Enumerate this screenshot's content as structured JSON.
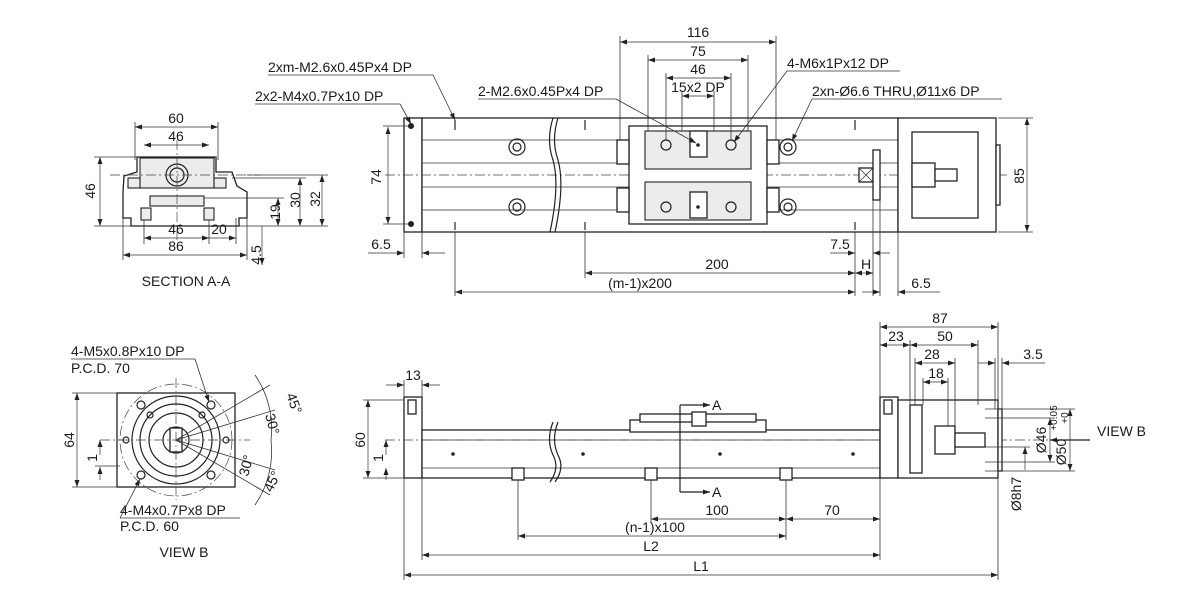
{
  "section_aa": {
    "title": "SECTION A-A",
    "dims": {
      "w60": "60",
      "w46_top": "46",
      "h46": "46",
      "h30": "30",
      "h32": "32",
      "h19": "19",
      "w46_bot": "46",
      "w20": "20",
      "w86": "86",
      "h4_5": "4.5"
    }
  },
  "top_view": {
    "callouts": {
      "m26_xm": "2xm-M2.6x0.45Px4 DP",
      "m4": "2x2-M4x0.7Px10 DP",
      "m26_2": "2-M2.6x0.45Px4 DP",
      "m6": "4-M6x1Px12 DP",
      "thru": "2xn-Ø6.6 THRU,Ø11x6 DP"
    },
    "dims": {
      "d116": "116",
      "d75": "75",
      "d46": "46",
      "d15x2": "15x2 DP",
      "d74": "74",
      "d85": "85",
      "d6_5_left": "6.5",
      "d7_5": "7.5",
      "d200": "200",
      "dH": "H",
      "dm1": "(m-1)x200",
      "d6_5_right": "6.5"
    }
  },
  "view_b": {
    "title": "VIEW B",
    "callouts": {
      "m5": "4-M5x0.8Px10 DP",
      "pcd70": "P.C.D. 70",
      "m4": "4-M4x0.7Px8 DP",
      "pcd60": "P.C.D. 60"
    },
    "dims": {
      "d64": "64",
      "d1": "1",
      "a45_top": "45°",
      "a30_top": "30°",
      "a30_bot": "30°",
      "a45_bot": "45°"
    }
  },
  "side_view": {
    "labels": {
      "sec_a_top": "A",
      "sec_a_bot": "A",
      "view_b": "VIEW B"
    },
    "dims": {
      "d13": "13",
      "d60": "60",
      "d1": "1",
      "d87": "87",
      "d23": "23",
      "d50": "50",
      "d28": "28",
      "d18": "18",
      "d3_5": "3.5",
      "d46": "Ø46",
      "d50tol": "Ø50",
      "tol_upper": "+0.05",
      "tol_lower": "+0",
      "d8h7": "Ø8h7",
      "d100": "100",
      "d70": "70",
      "dn1": "(n-1)x100",
      "L2": "L2",
      "L1": "L1"
    }
  }
}
